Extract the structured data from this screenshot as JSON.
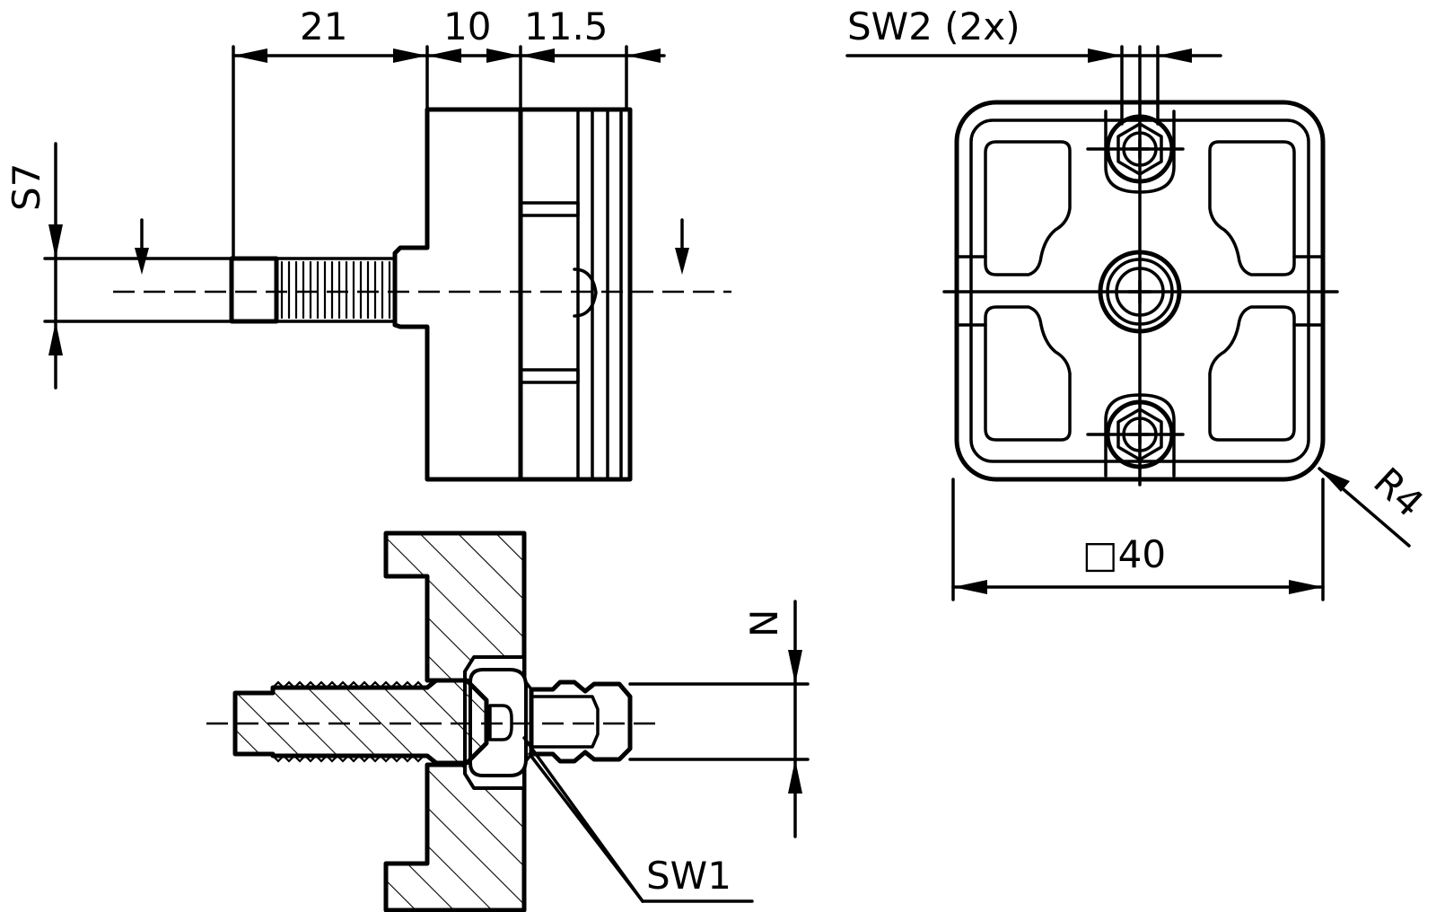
{
  "dimensions": {
    "len_21": "21",
    "len_10": "10",
    "len_11_5": "11.5",
    "s7": "S7",
    "sw2": "SW2 (2x)",
    "r4": "R4",
    "square40": "□40",
    "n": "N",
    "sw1": "SW1"
  }
}
